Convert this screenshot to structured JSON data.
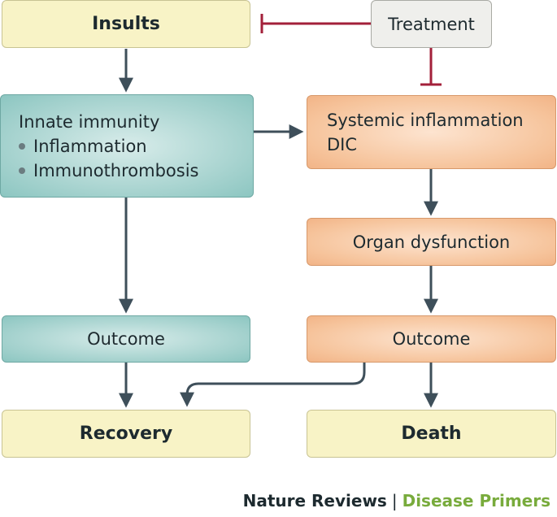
{
  "nodes": {
    "insults": "Insults",
    "treatment": "Treatment",
    "innate": {
      "title": "Innate immunity",
      "items": [
        "Inflammation",
        "Immunothrombosis"
      ]
    },
    "systemic": [
      "Systemic inflammation",
      "DIC"
    ],
    "organ": "Organ dysfunction",
    "outcome_left": "Outcome",
    "outcome_right": "Outcome",
    "recovery": "Recovery",
    "death": "Death"
  },
  "footer": {
    "publisher": "Nature Reviews",
    "series": "Disease Primers",
    "publisher_color": "#1d2a2f",
    "series_color": "#78ab3c"
  },
  "colors": {
    "arrow": "#3e4f5a",
    "inhibit": "#a3203a"
  }
}
